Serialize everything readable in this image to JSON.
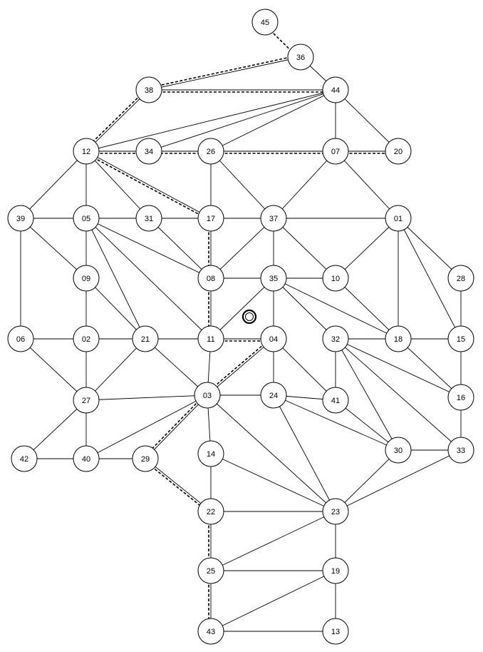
{
  "graph": {
    "nodes": [
      "45",
      "36",
      "38",
      "44",
      "12",
      "34",
      "26",
      "07",
      "20",
      "39",
      "05",
      "31",
      "17",
      "37",
      "01",
      "09",
      "08",
      "35",
      "10",
      "28",
      "06",
      "02",
      "21",
      "11",
      "04",
      "32",
      "18",
      "15",
      "27",
      "03",
      "24",
      "41",
      "16",
      "42",
      "40",
      "29",
      "14",
      "30",
      "33",
      "22",
      "23",
      "25",
      "19",
      "43",
      "13"
    ],
    "edges": [
      [
        "38",
        "36"
      ],
      [
        "38",
        "44"
      ],
      [
        "12",
        "38"
      ],
      [
        "12",
        "44"
      ],
      [
        "34",
        "44"
      ],
      [
        "26",
        "44"
      ],
      [
        "44",
        "07"
      ],
      [
        "44",
        "20"
      ],
      [
        "36",
        "44"
      ],
      [
        "12",
        "34"
      ],
      [
        "34",
        "26"
      ],
      [
        "26",
        "07"
      ],
      [
        "07",
        "20"
      ],
      [
        "07",
        "37"
      ],
      [
        "07",
        "01"
      ],
      [
        "12",
        "39"
      ],
      [
        "12",
        "05"
      ],
      [
        "12",
        "31"
      ],
      [
        "12",
        "17"
      ],
      [
        "26",
        "17"
      ],
      [
        "26",
        "37"
      ],
      [
        "39",
        "05"
      ],
      [
        "05",
        "31"
      ],
      [
        "31",
        "17"
      ],
      [
        "17",
        "37"
      ],
      [
        "37",
        "01"
      ],
      [
        "39",
        "09"
      ],
      [
        "39",
        "06"
      ],
      [
        "05",
        "09"
      ],
      [
        "05",
        "08"
      ],
      [
        "05",
        "21"
      ],
      [
        "05",
        "11"
      ],
      [
        "31",
        "08"
      ],
      [
        "17",
        "08"
      ],
      [
        "37",
        "08"
      ],
      [
        "37",
        "35"
      ],
      [
        "37",
        "10"
      ],
      [
        "01",
        "10"
      ],
      [
        "01",
        "18"
      ],
      [
        "01",
        "15"
      ],
      [
        "01",
        "28"
      ],
      [
        "09",
        "02"
      ],
      [
        "09",
        "21"
      ],
      [
        "08",
        "35"
      ],
      [
        "08",
        "11"
      ],
      [
        "35",
        "10"
      ],
      [
        "35",
        "04"
      ],
      [
        "35",
        "11"
      ],
      [
        "35",
        "18"
      ],
      [
        "35",
        "32"
      ],
      [
        "10",
        "18"
      ],
      [
        "28",
        "15"
      ],
      [
        "06",
        "02"
      ],
      [
        "06",
        "27"
      ],
      [
        "02",
        "21"
      ],
      [
        "02",
        "27"
      ],
      [
        "21",
        "11"
      ],
      [
        "21",
        "03"
      ],
      [
        "21",
        "27"
      ],
      [
        "11",
        "04"
      ],
      [
        "11",
        "03"
      ],
      [
        "04",
        "24"
      ],
      [
        "04",
        "41"
      ],
      [
        "04",
        "03"
      ],
      [
        "32",
        "18"
      ],
      [
        "32",
        "41"
      ],
      [
        "32",
        "30"
      ],
      [
        "32",
        "16"
      ],
      [
        "32",
        "33"
      ],
      [
        "18",
        "15"
      ],
      [
        "18",
        "16"
      ],
      [
        "15",
        "16"
      ],
      [
        "27",
        "42"
      ],
      [
        "27",
        "40"
      ],
      [
        "27",
        "03"
      ],
      [
        "03",
        "24"
      ],
      [
        "03",
        "40"
      ],
      [
        "03",
        "29"
      ],
      [
        "03",
        "14"
      ],
      [
        "03",
        "23"
      ],
      [
        "24",
        "41"
      ],
      [
        "24",
        "30"
      ],
      [
        "24",
        "23"
      ],
      [
        "41",
        "30"
      ],
      [
        "16",
        "33"
      ],
      [
        "42",
        "40"
      ],
      [
        "40",
        "29"
      ],
      [
        "29",
        "22"
      ],
      [
        "14",
        "22"
      ],
      [
        "14",
        "23"
      ],
      [
        "30",
        "33"
      ],
      [
        "30",
        "23"
      ],
      [
        "33",
        "23"
      ],
      [
        "22",
        "23"
      ],
      [
        "22",
        "25"
      ],
      [
        "23",
        "25"
      ],
      [
        "23",
        "19"
      ],
      [
        "25",
        "19"
      ],
      [
        "25",
        "43"
      ],
      [
        "19",
        "43"
      ],
      [
        "19",
        "13"
      ],
      [
        "43",
        "13"
      ]
    ],
    "route": [
      [
        "45",
        "36"
      ],
      [
        "36",
        "38"
      ],
      [
        "38",
        "44"
      ],
      [
        "38",
        "12"
      ],
      [
        "12",
        "26"
      ],
      [
        "26",
        "07"
      ],
      [
        "07",
        "20"
      ],
      [
        "12",
        "17"
      ],
      [
        "17",
        "08"
      ],
      [
        "08",
        "11"
      ],
      [
        "11",
        "04"
      ],
      [
        "04",
        "03"
      ],
      [
        "03",
        "29"
      ],
      [
        "29",
        "22"
      ],
      [
        "22",
        "25"
      ],
      [
        "25",
        "43"
      ]
    ]
  }
}
